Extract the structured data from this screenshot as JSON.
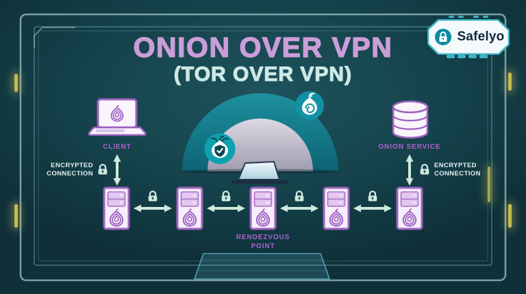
{
  "title": {
    "main": "ONION OVER VPN",
    "sub": "(TOR OVER VPN)"
  },
  "brand": {
    "name": "Safelyo"
  },
  "labels": {
    "client": "CLIENT",
    "onion_service": "ONION SERVICE",
    "rendezvous": "RENDEZVOUS POINT",
    "encrypted_left": "ENCRYPTED CONNECTION",
    "encrypted_right": "ENCRYPTED CONNECTION"
  },
  "diagram": {
    "relay_count": 5,
    "icons": [
      "laptop-icon",
      "onion-icon",
      "database-icon",
      "lock-icon",
      "double-arrow-icon",
      "vpn-shield-icon",
      "tor-onion-icon",
      "brand-lock-icon"
    ]
  },
  "colors": {
    "background": "#17464f",
    "frame_line": "#8fb9bf",
    "title_purple": "#cb9dd9",
    "title_teal": "#cde9e6",
    "node_border_purple": "#9c63bd",
    "node_fill": "#f6eefb",
    "label_purple": "#aa64cc",
    "mint": "#cfe9dc",
    "dome_teal": "#17828f",
    "dome_inner_gray": "#c9c5d2",
    "badge_teal": "#0da0af",
    "accent_yellow": "#d9cb52",
    "brand_border_teal": "#3db3c4"
  }
}
